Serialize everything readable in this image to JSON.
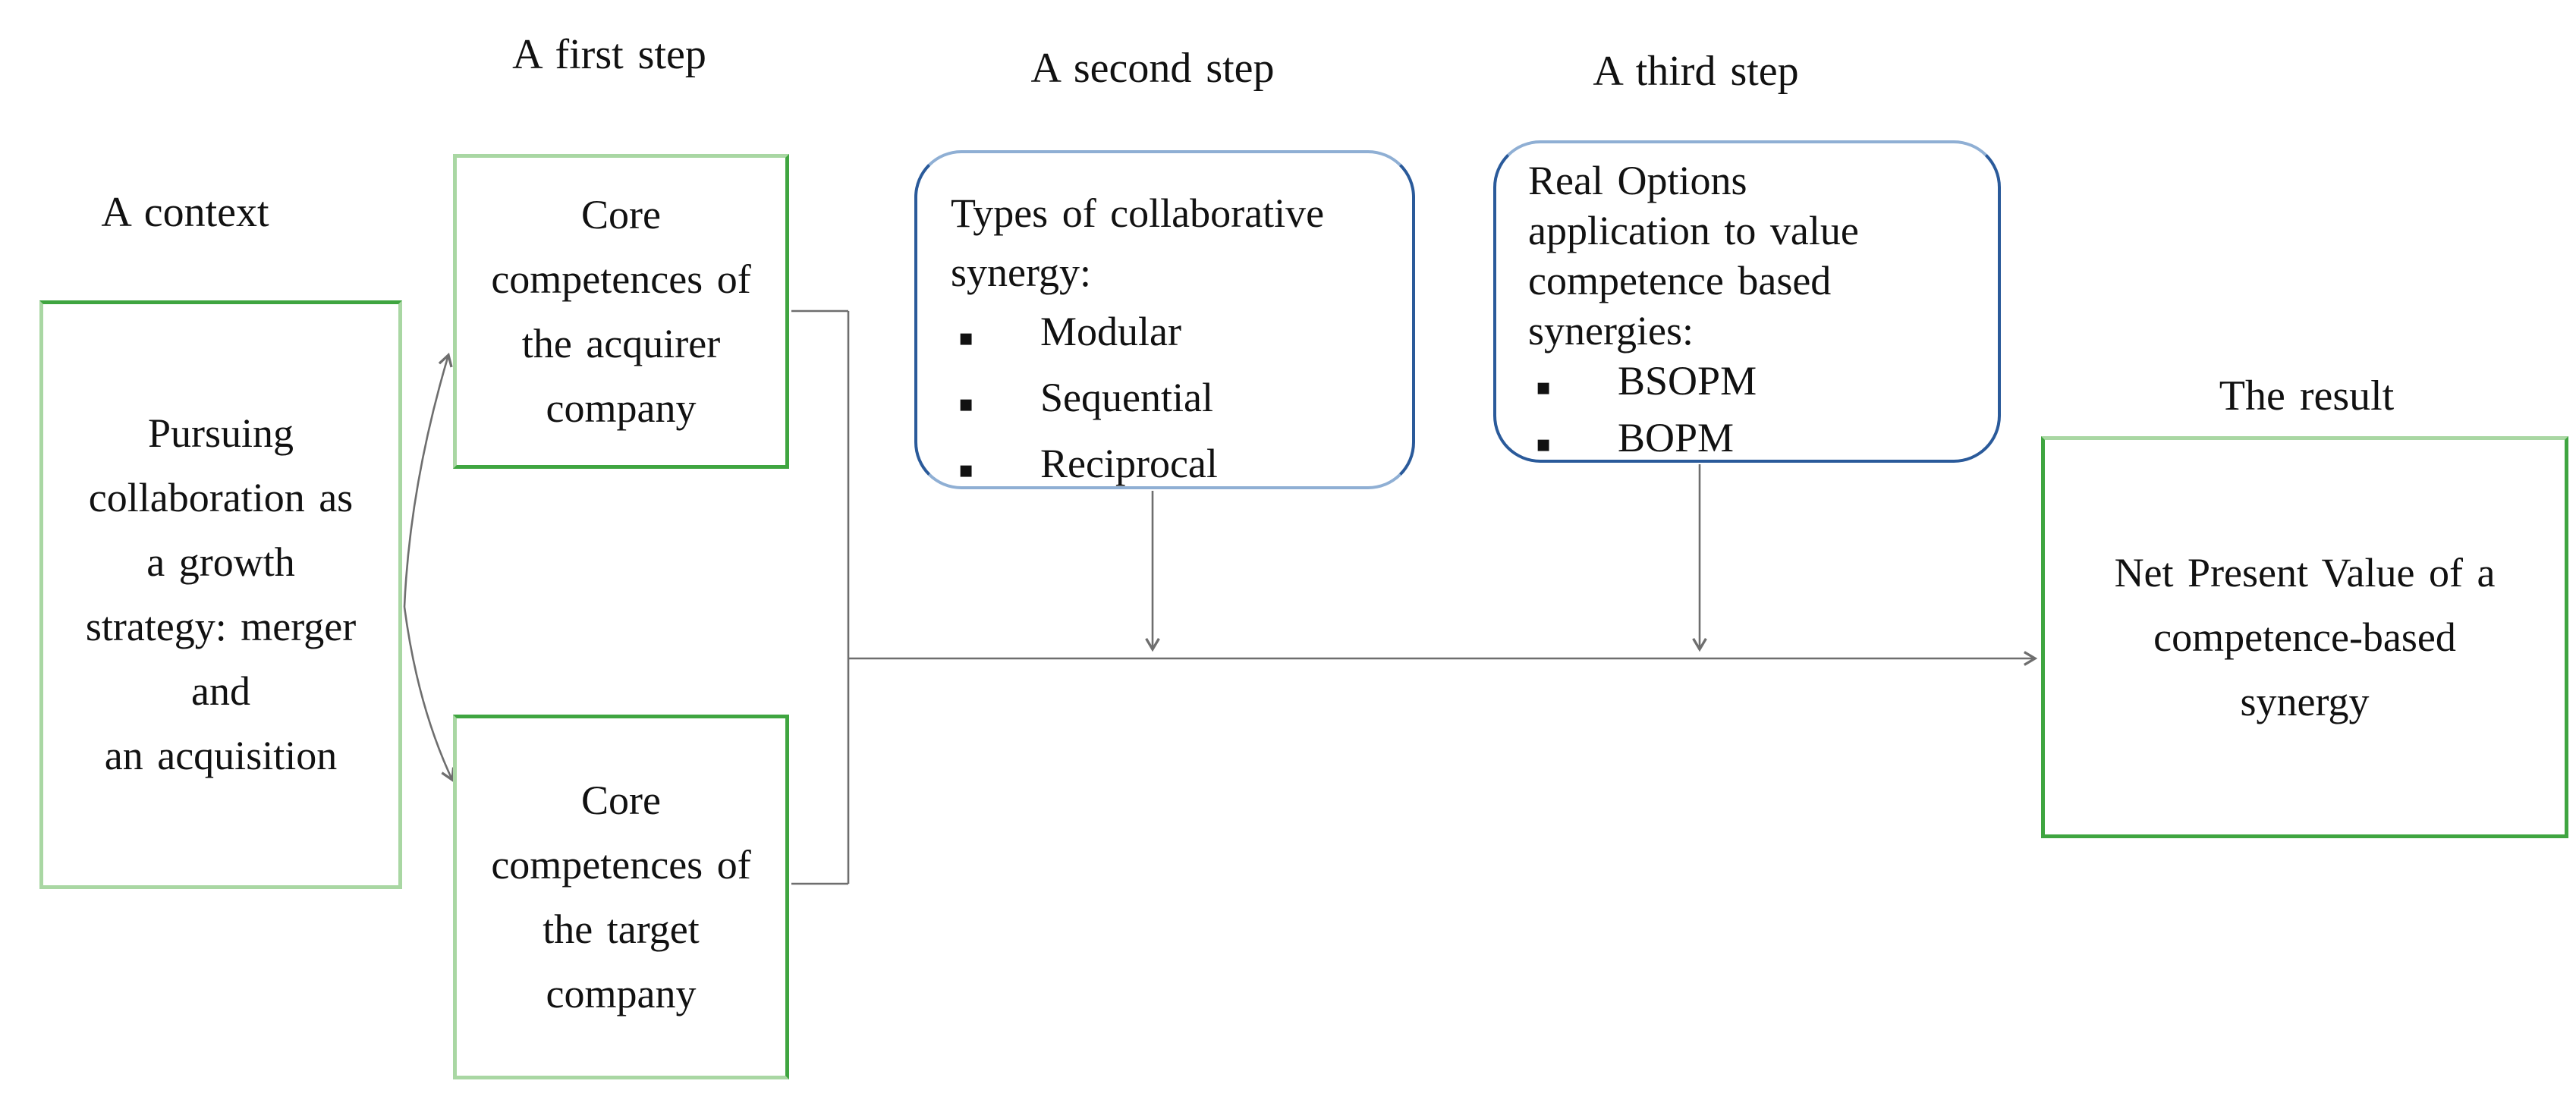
{
  "labels": {
    "context": "A context",
    "first": "A first step",
    "second": "A second step",
    "third": "A third step",
    "result": "The result"
  },
  "boxes": {
    "context": {
      "lines": [
        "Pursuing",
        "collaboration as",
        "a growth",
        "strategy: merger",
        "and",
        "an acquisition"
      ]
    },
    "acquirer": {
      "lines": [
        "Core",
        "competences of",
        "the acquirer",
        "company"
      ]
    },
    "target": {
      "lines": [
        "Core",
        "competences of",
        "the target",
        "company"
      ]
    },
    "step2": {
      "intro": [
        "Types of collaborative",
        "synergy:"
      ],
      "bullets": [
        "Modular",
        "Sequential",
        "Reciprocal"
      ]
    },
    "step3": {
      "intro": [
        "Real Options",
        "application to value",
        "competence based",
        "synergies:"
      ],
      "bullets": [
        "BSOPM",
        "BOPM"
      ]
    },
    "result": {
      "lines": [
        "Net Present Value of a",
        "competence-based",
        "synergy"
      ]
    }
  },
  "icons": {
    "bullet": "▪"
  },
  "colors": {
    "green-dark": "#3FA540",
    "green-light": "#A9D7A3",
    "blue-dark": "#2A5A9A",
    "blue-light": "#8FAFD4",
    "line": "#6E6E6E",
    "text": "#111111"
  }
}
